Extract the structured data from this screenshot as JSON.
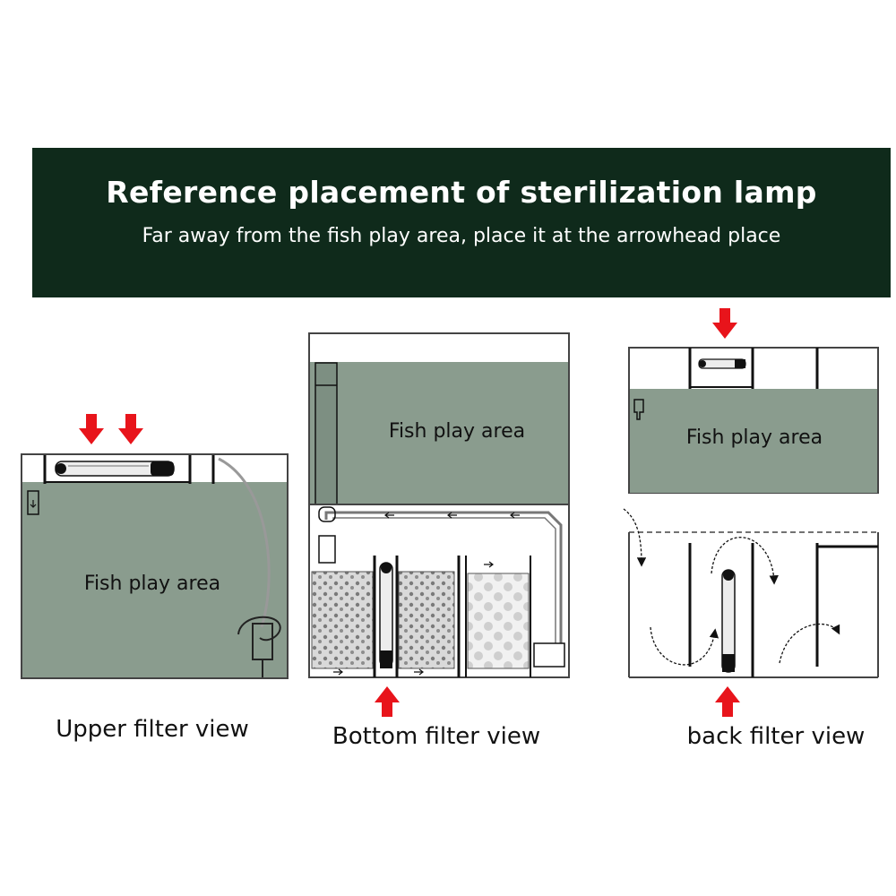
{
  "banner": {
    "title": "Reference placement of sterilization lamp",
    "subtitle": "Far away from the fish play area, place it at the arrowhead place"
  },
  "panels": [
    {
      "caption": "Upper filter view",
      "area_label": "Fish play area"
    },
    {
      "caption": "Bottom filter view",
      "area_label": "Fish play area"
    },
    {
      "caption": "back filter view",
      "area_label": "Fish play area"
    }
  ],
  "colors": {
    "banner_bg": "#0f2a1b",
    "water": "#8a9c8e",
    "arrow": "#e8141b",
    "outline": "#111111"
  }
}
